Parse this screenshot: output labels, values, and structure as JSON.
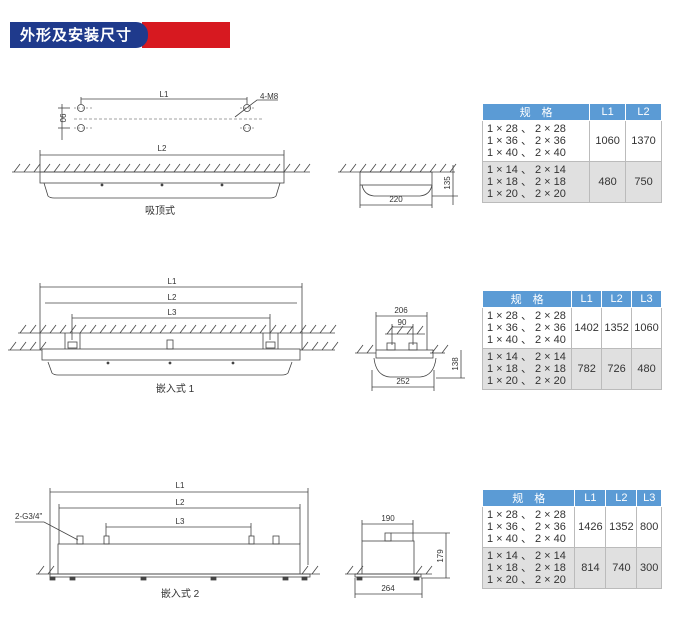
{
  "header": {
    "title": "外形及安装尺寸",
    "colors": {
      "blue": "#1f3a8c",
      "red": "#d71920",
      "table_header": "#5b9bd5"
    }
  },
  "drawings": [
    {
      "caption": "吸顶式",
      "labels": {
        "L1": "L1",
        "L2": "L2",
        "holes": "4-M8",
        "hole_spacing": "90",
        "width": "220",
        "height": "135"
      }
    },
    {
      "caption": "嵌入式 1",
      "labels": {
        "L1": "L1",
        "L2": "L2",
        "L3": "L3",
        "outer_width": "206",
        "bolt_spacing": "90",
        "width": "252",
        "height": "138"
      }
    },
    {
      "caption": "嵌入式 2",
      "labels": {
        "L1": "L1",
        "L2": "L2",
        "L3": "L3",
        "thread": "2-G3/4\"",
        "top_width": "190",
        "width": "264",
        "height": "179"
      }
    }
  ],
  "tables": [
    {
      "headers": [
        "规　格",
        "L1",
        "L2"
      ],
      "rows": [
        {
          "spec": [
            "1 × 28 、 2 × 28",
            "1 × 36 、 2 × 36",
            "1 × 40 、 2 × 40"
          ],
          "values": [
            "1060",
            "1370"
          ]
        },
        {
          "spec": [
            "1 × 14 、 2 × 14",
            "1 × 18 、 2 × 18",
            "1 × 20 、 2 × 20"
          ],
          "values": [
            "480",
            "750"
          ]
        }
      ]
    },
    {
      "headers": [
        "规　格",
        "L1",
        "L2",
        "L3"
      ],
      "rows": [
        {
          "spec": [
            "1 × 28 、 2 × 28",
            "1 × 36 、 2 × 36",
            "1 × 40 、 2 × 40"
          ],
          "values": [
            "1402",
            "1352",
            "1060"
          ]
        },
        {
          "spec": [
            "1 × 14 、 2 × 14",
            "1 × 18 、 2 × 18",
            "1 × 20 、 2 × 20"
          ],
          "values": [
            "782",
            "726",
            "480"
          ]
        }
      ]
    },
    {
      "headers": [
        "规　格",
        "L1",
        "L2",
        "L3"
      ],
      "rows": [
        {
          "spec": [
            "1 × 28 、 2 × 28",
            "1 × 36 、 2 × 36",
            "1 × 40 、 2 × 40"
          ],
          "values": [
            "1426",
            "1352",
            "800"
          ]
        },
        {
          "spec": [
            "1 × 14 、 2 × 14",
            "1 × 18 、 2 × 18",
            "1 × 20 、 2 × 20"
          ],
          "values": [
            "814",
            "740",
            "300"
          ]
        }
      ]
    }
  ]
}
